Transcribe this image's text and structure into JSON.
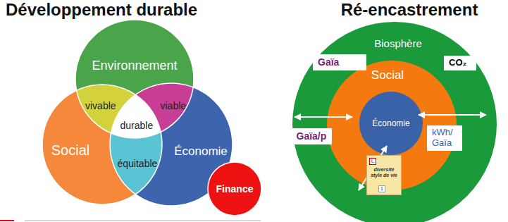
{
  "diagram": {
    "title": "Développement durable",
    "nodes": [
      {
        "text": [
          "Environnement"
        ]
      },
      {
        "text": [
          "vivable"
        ]
      },
      {
        "text": [
          "viable"
        ]
      },
      {
        "text": [
          "durable"
        ]
      },
      {
        "text": [
          "Social"
        ]
      },
      {
        "text": [
          "équitable"
        ]
      },
      {
        "text": [
          "Économie"
        ]
      },
      {
        "text": [
          "Finance"
        ]
      },
      {
        "text": [
          "Biosphère"
        ]
      },
      {
        "text": [
          "Gaïa"
        ],
        "in": 8
      },
      {
        "text": [
          "CO₂"
        ],
        "in": 8
      },
      {
        "text": [
          "Social"
        ],
        "in": 8
      },
      {
        "text": [
          "Gaïa/p"
        ],
        "in": 8
      },
      {
        "text": [
          "Économie"
        ],
        "in": 11
      },
      {
        "text": [
          "kWh/ Gaïa"
        ],
        "in": 8
      },
      {
        "text": [
          "L",
          "diversité style de vie",
          "1"
        ],
        "in": 11
      }
    ],
    "labels": [
      "Ré-encastrement"
    ]
  }
}
